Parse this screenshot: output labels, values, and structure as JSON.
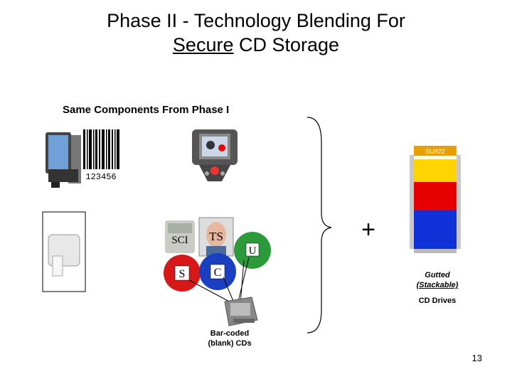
{
  "slide": {
    "title_part1": "Phase II - Technology Blending For",
    "title_secure": "Secure",
    "title_rest": " CD Storage",
    "subtitle": "Same Components From Phase I",
    "page_number": "13"
  },
  "barcode": {
    "digits": "123456"
  },
  "cd_stack": {
    "label": "SU#22",
    "caption_line1": "Gutted",
    "caption_line2": "(Stackable)",
    "caption_line3": "CD Drives",
    "colors": [
      "#ffd400",
      "#e60000",
      "#1030d8"
    ]
  },
  "components": {
    "sci": "SCI",
    "ts": "TS",
    "u": "U",
    "s": "S",
    "c": "C"
  },
  "plus_sign": "+",
  "blank_cds_label_line1": "Bar-coded",
  "blank_cds_label_line2": "(blank) CDs"
}
